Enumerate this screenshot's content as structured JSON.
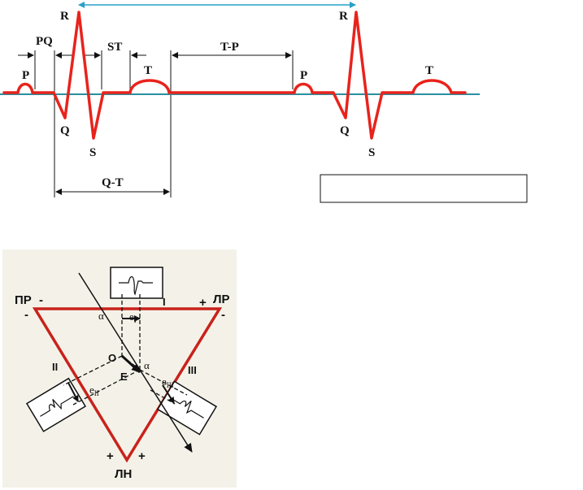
{
  "ecg": {
    "labels": {
      "R1": "R",
      "R2": "R",
      "Q1": "Q",
      "Q2": "Q",
      "S1": "S",
      "S2": "S",
      "P1": "P",
      "P2": "P",
      "T1": "T",
      "T2": "T",
      "PQ": "PQ",
      "ST": "ST",
      "TP": "T-P",
      "QT": "Q-T"
    },
    "colors": {
      "wave": "#e8231c",
      "baseline": "#2a8fa0",
      "rr_arrow": "#2aa0c8",
      "lines": "#111111"
    }
  },
  "triangle": {
    "labels": {
      "PR": "ПР",
      "LR": "ЛР",
      "LN": "ЛН",
      "lead1": "I",
      "lead2": "II",
      "lead3": "III",
      "O": "O",
      "E": "E",
      "alpha1": "α",
      "alpha2": "α",
      "e1": "e",
      "e1_sub": "I",
      "e2": "e",
      "e2_sub": "II",
      "e3": "e",
      "e3_sub": "III",
      "minus": "-",
      "plus": "+"
    },
    "colors": {
      "background": "#f4f2e8",
      "triangle": "#c8231c",
      "lines": "#111111"
    }
  }
}
